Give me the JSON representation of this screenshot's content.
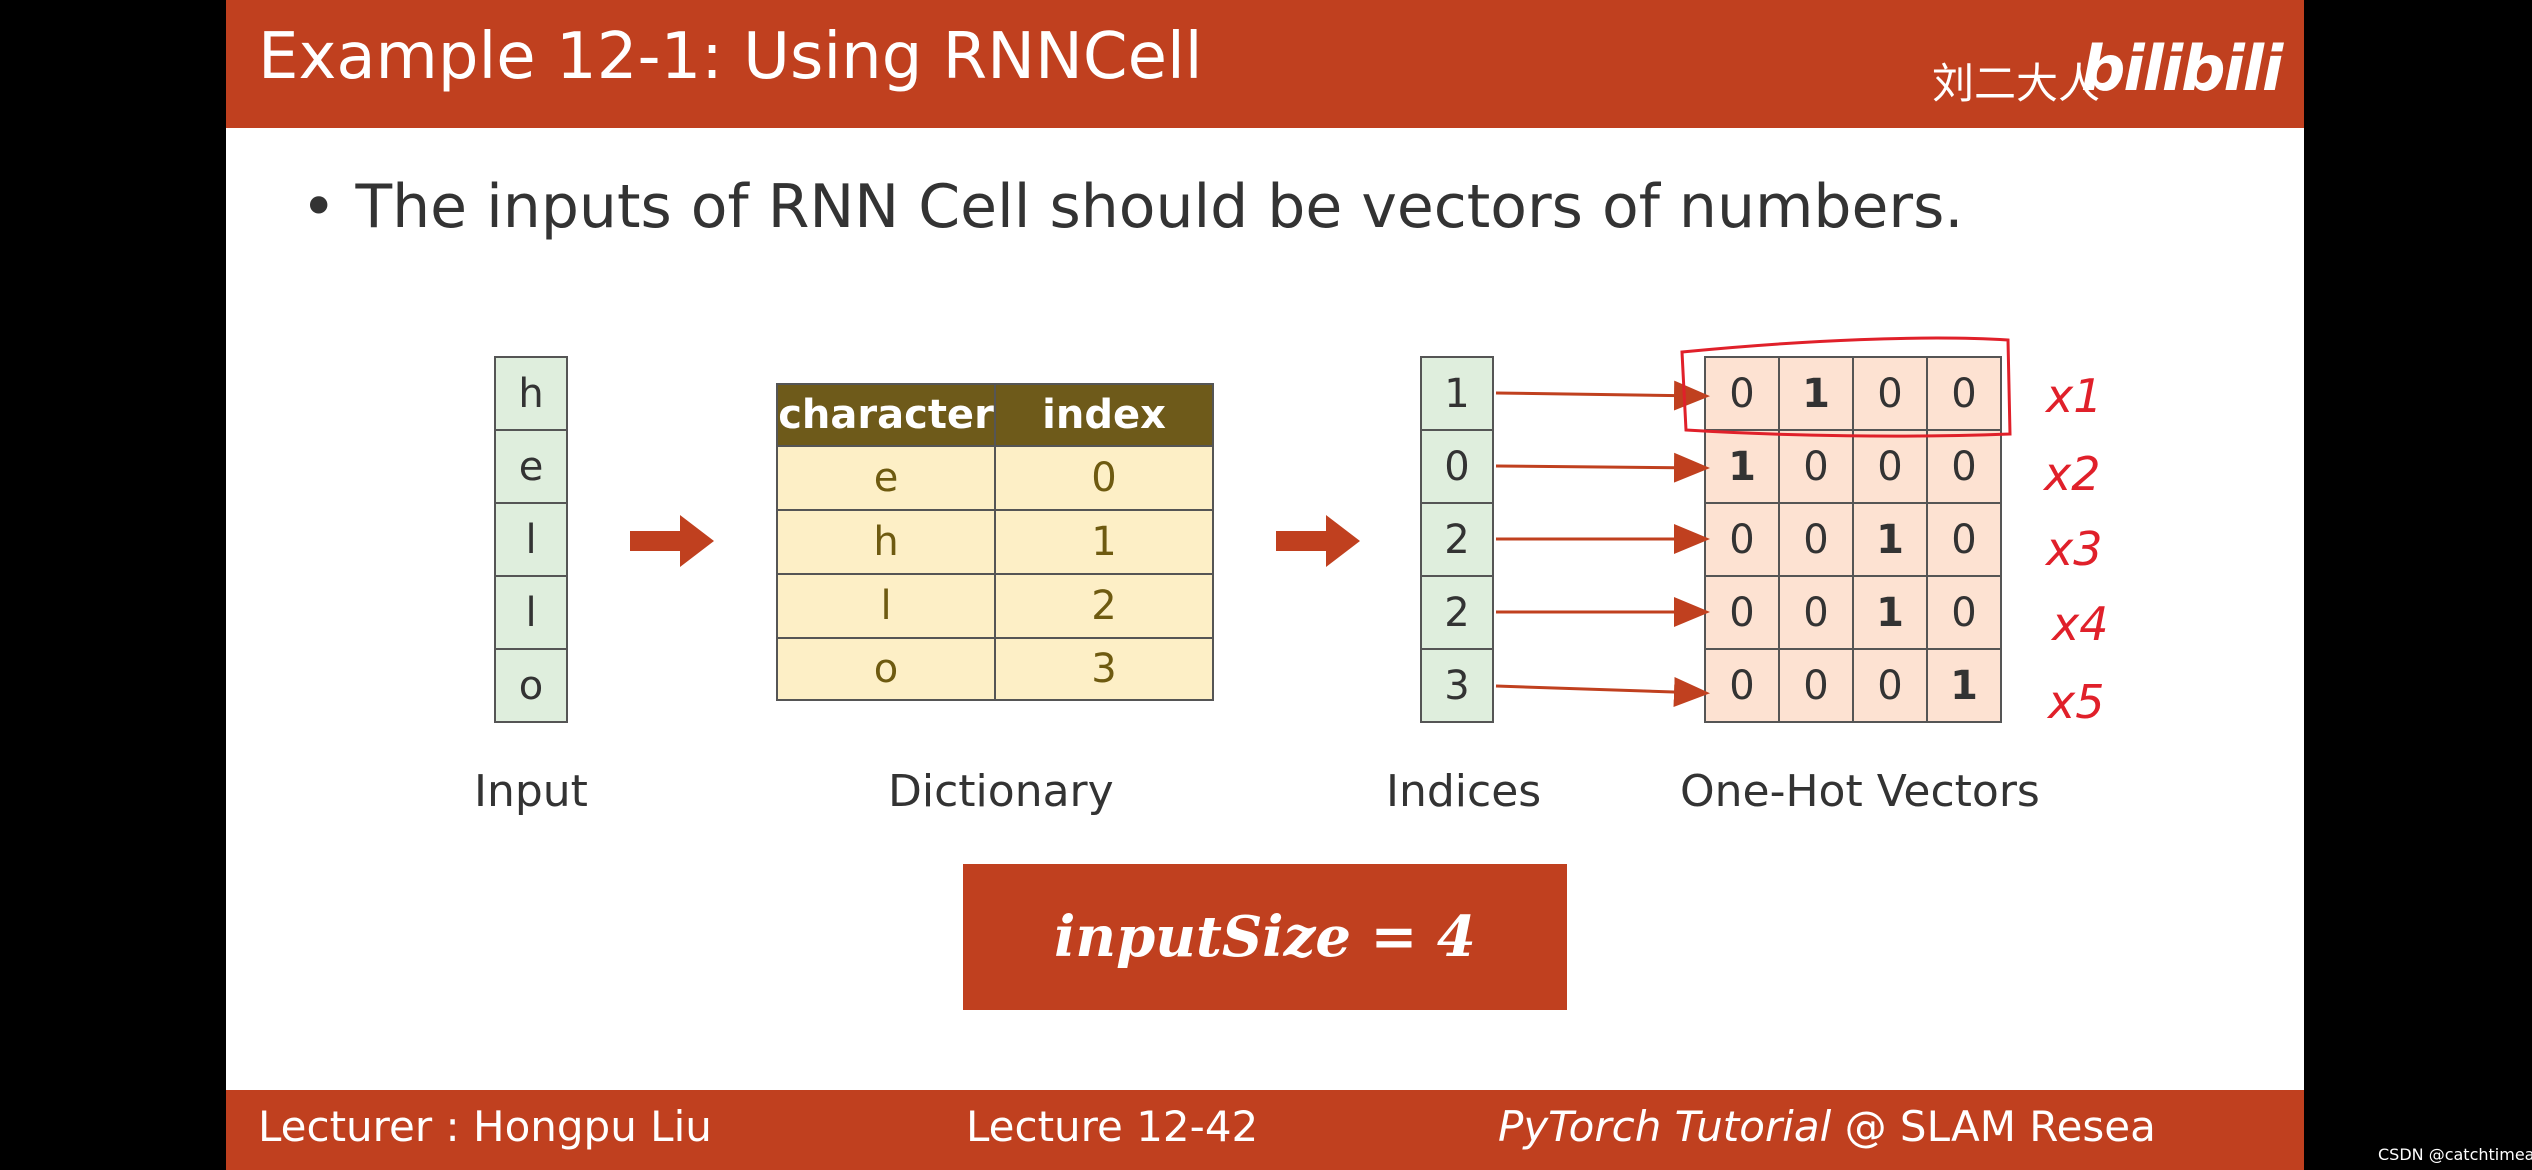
{
  "header": {
    "title": "Example 12-1: Using RNNCell",
    "logo_cn": "刘二大人",
    "logo_bili": "bilibili"
  },
  "bullet": "• The inputs of RNN Cell should be vectors of numbers.",
  "input_chars": [
    "h",
    "e",
    "l",
    "l",
    "o"
  ],
  "dictionary": {
    "headers": [
      "character",
      "index"
    ],
    "rows": [
      [
        "e",
        "0"
      ],
      [
        "h",
        "1"
      ],
      [
        "l",
        "2"
      ],
      [
        "o",
        "3"
      ]
    ]
  },
  "indices": [
    "1",
    "0",
    "2",
    "2",
    "3"
  ],
  "one_hot": [
    [
      "0",
      "1",
      "0",
      "0"
    ],
    [
      "1",
      "0",
      "0",
      "0"
    ],
    [
      "0",
      "0",
      "1",
      "0"
    ],
    [
      "0",
      "0",
      "1",
      "0"
    ],
    [
      "0",
      "0",
      "0",
      "1"
    ]
  ],
  "captions": {
    "input": "Input",
    "dictionary": "Dictionary",
    "indices": "Indices",
    "one_hot": "One-Hot Vectors"
  },
  "input_size_label": "inputSize = 4",
  "annotations": [
    "x1",
    "x2",
    "x3",
    "x4",
    "x5"
  ],
  "footer": {
    "lecturer": "Lecturer : Hongpu Liu",
    "lecture": "Lecture 12-42",
    "tutorial_italic": "PyTorch Tutorial",
    "tutorial_rest": " @ SLAM Resea"
  },
  "credit": "CSDN @catchtimea",
  "colors": {
    "accent": "#c0401f",
    "green_cell": "#dfeedd",
    "dict_cell": "#fdefc6",
    "dict_head": "#6e5a1a",
    "onehot_cell": "#fde2d2"
  }
}
